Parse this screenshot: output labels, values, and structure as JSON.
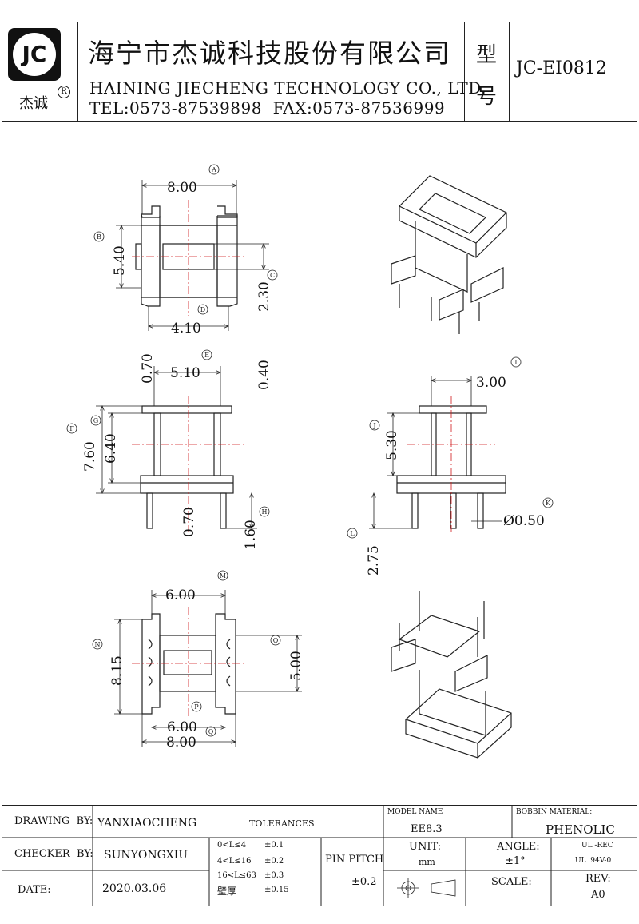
{
  "header": {
    "logo_text": "JC",
    "logo_brand": "杰诚",
    "logo_reg": "R",
    "company_cn": "海宁市杰诚科技股份有限公司",
    "company_en": "HAINING JIECHENG TECHNOLOGY CO., LTD.",
    "contact": "TEL:0573-87539898  FAX:0573-87536999",
    "model_label_1": "型",
    "model_label_2": "号",
    "model_number": "JC-EI0812"
  },
  "dimensions": {
    "a_label": "A",
    "a_value": "8.00",
    "b_label": "B",
    "b_value": "5.40",
    "c_label": "C",
    "c_value": "2.30",
    "d_label": "D",
    "d_value": "4.10",
    "e_label": "E",
    "e_value": "5.10",
    "e_left": "0.70",
    "e_right": "0.40",
    "f_label": "F",
    "f_value": "7.60",
    "g_label": "G",
    "g_value": "6.40",
    "h_label": "H",
    "h_value": "1.60",
    "h_left": "0.70",
    "i_label": "I",
    "i_value": "3.00",
    "j_label": "J",
    "j_value": "5.30",
    "k_label": "K",
    "k_value": "Ø0.50",
    "l_label": "L",
    "l_value": "2.75",
    "m_label": "M",
    "m_value": "6.00",
    "n_label": "N",
    "n_value": "8.15",
    "o_label": "O",
    "o_value": "5.00",
    "p_label": "P",
    "p_value": "6.00",
    "q_label": "Q",
    "q_value": "8.00"
  },
  "titleblock": {
    "drawing_by_label": "DRAWING  BY:",
    "drawing_by": "YANXIAOCHENG",
    "checker_by_label": "CHECKER  BY:",
    "checker_by": "SUNYONGXIU",
    "date_label": "DATE:",
    "date": "2020.03.06",
    "tolerances_label": "TOLERANCES",
    "tol_rows": [
      {
        "range": "0<L≤4",
        "tol": "±0.1"
      },
      {
        "range": "4<L≤16",
        "tol": "±0.2"
      },
      {
        "range": "16<L≤63",
        "tol": "±0.3"
      },
      {
        "range": "壁厚",
        "tol": "±0.15"
      }
    ],
    "pin_pitch_label": "PIN PITCH",
    "pin_pitch": "±0.2",
    "model_name_label": "MODEL NAME",
    "model_name": "EE8.3",
    "bobbin_material_label": "BOBBIN MATERIAL:",
    "bobbin_material": "PHENOLIC",
    "unit_label": "UNIT:",
    "unit": "mm",
    "angle_label": "ANGLE:",
    "angle": "±1°",
    "ul_1": "UL -REC",
    "ul_2": "UL  94V-0",
    "scale_label": "SCALE:",
    "rev_label": "REV:",
    "rev": "A0"
  },
  "colors": {
    "line": "#222222",
    "centerline": "#d0191b"
  }
}
